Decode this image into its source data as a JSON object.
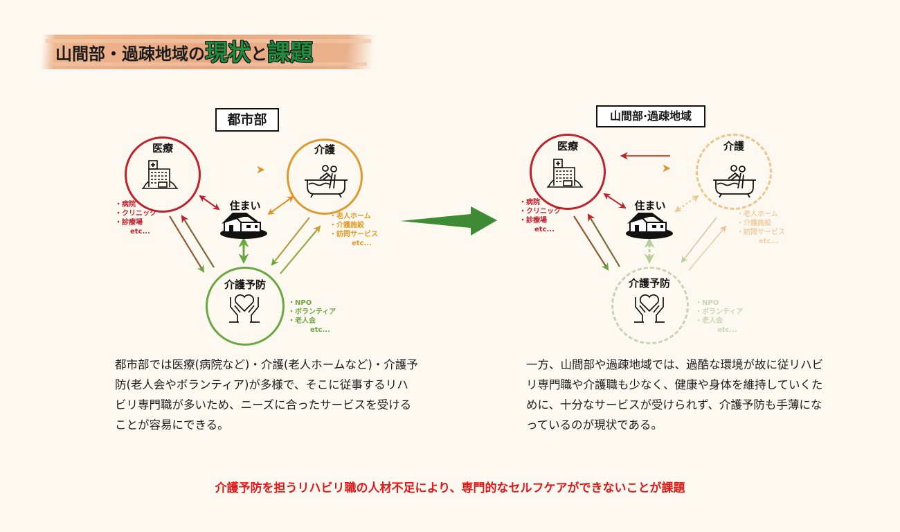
{
  "title": {
    "part1": "山間部・過疎地域の",
    "part2": "現状",
    "part3": "と",
    "part4": "課題"
  },
  "colors": {
    "background": "#fdf9f1",
    "medical": "#c0202b",
    "care": "#e09a2b",
    "prevention": "#6aa642",
    "main_arrow": "#3f8a35",
    "issue_text": "#e01818"
  },
  "urban": {
    "label": "都市部",
    "nodes": {
      "medical": {
        "label": "医療",
        "icon": "hospital-icon",
        "items": [
          "・病院",
          "・クリニック",
          "・診療場"
        ],
        "etc": "etc..."
      },
      "care": {
        "label": "介護",
        "icon": "bathtub-care-icon",
        "items": [
          "・老人ホーム",
          "・介護施設",
          "・訪問サービス"
        ],
        "etc": "etc..."
      },
      "home": {
        "label": "住まい",
        "icon": "house-icon"
      },
      "prevention": {
        "label": "介護予防",
        "icon": "heart-hands-icon",
        "items": [
          "・NPO",
          "・ボランティア",
          "・老人会"
        ],
        "etc": "etc..."
      }
    },
    "description": "都市部では医療(病院など)・介護(老人ホームなど)・介護予防(老人会やボランティア)が多様で、そこに従事するリハビリ専門職が多いため、ニーズに合ったサービスを受けることが容易にできる。"
  },
  "rural": {
    "label": "山間部·過疎地域",
    "nodes": {
      "medical": {
        "label": "医療",
        "icon": "hospital-icon",
        "items": [
          "・病院",
          "・クリニック",
          "・診療場"
        ],
        "etc": "etc..."
      },
      "care": {
        "label": "介護",
        "icon": "bathtub-care-icon",
        "items": [
          "・老人ホーム",
          "・介護施設",
          "・訪問サービス"
        ],
        "etc": "etc..."
      },
      "home": {
        "label": "住まい",
        "icon": "house-icon"
      },
      "prevention": {
        "label": "介護予防",
        "icon": "heart-hands-icon",
        "items": [
          "・NPO",
          "・ボランティア",
          "・老人会"
        ],
        "etc": "etc..."
      }
    },
    "description": "一方、山間部や過疎地域では、過酷な環境が故に従リハビリ専門職や介護職も少なく、健康や身体を維持していくために、十分なサービスが受けられず、介護予防も手薄になっているのが現状である。"
  },
  "transition_arrow": "right-arrow-icon",
  "issue": "介護予防を担うリハビリ職の人材不足により、専門的なセルフケアができないことが課題"
}
